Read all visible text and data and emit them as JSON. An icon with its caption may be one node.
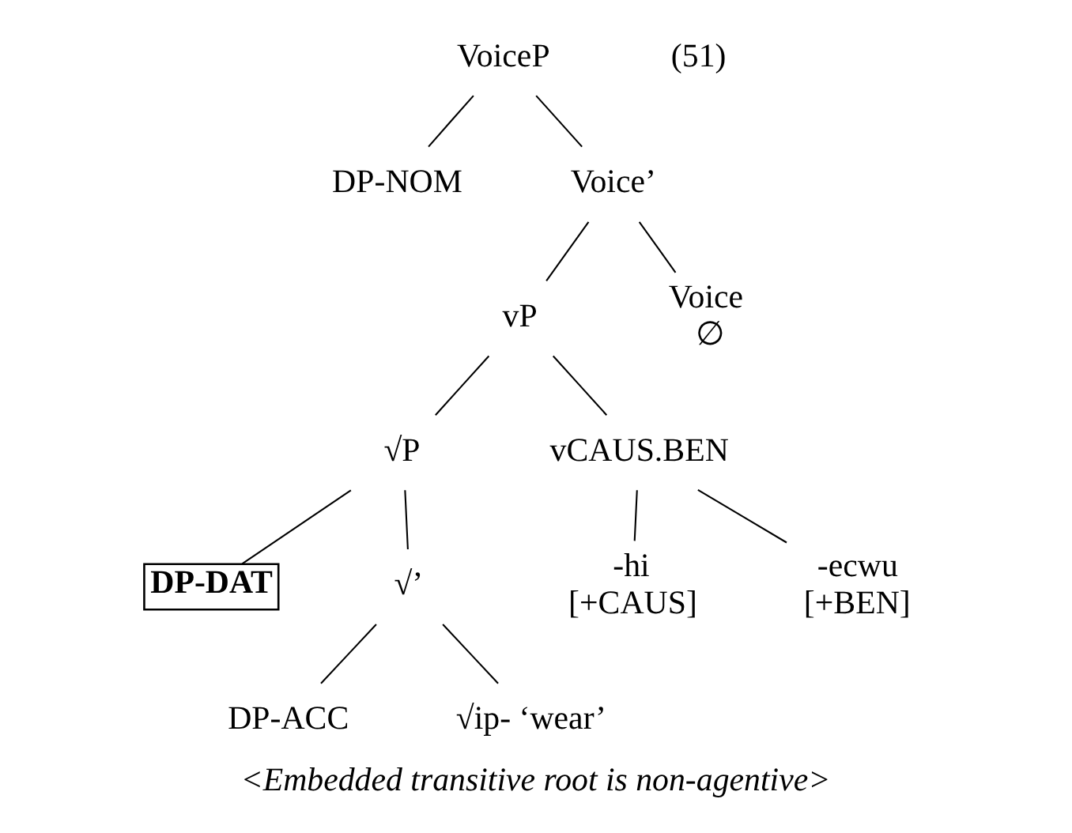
{
  "diagram": {
    "caption": "<Embedded transitive root is non-agentive>",
    "nodes": [
      {
        "text": [
          "VoiceP"
        ]
      },
      {
        "text": [
          "DP-NOM"
        ]
      },
      {
        "text": [
          "Voice’"
        ]
      },
      {
        "text": [
          "vP"
        ]
      },
      {
        "text": [
          "Voice",
          "∅"
        ]
      },
      {
        "text": [
          "√P"
        ]
      },
      {
        "text": [
          "vCAUS.BEN"
        ]
      },
      {
        "text": [
          "DP-DAT"
        ]
      },
      {
        "text": [
          "√’"
        ]
      },
      {
        "text": [
          "-hi",
          "[+CAUS]"
        ]
      },
      {
        "text": [
          "-ecwu",
          "[+BEN]"
        ]
      },
      {
        "text": [
          "DP-ACC"
        ]
      },
      {
        "text": [
          "√ip- ‘wear’"
        ]
      }
    ],
    "edges": [
      {
        "from": 0,
        "to": 1,
        "arrow": "none"
      },
      {
        "from": 0,
        "to": 2,
        "arrow": "none"
      },
      {
        "from": 2,
        "to": 3,
        "arrow": "none"
      },
      {
        "from": 2,
        "to": 4,
        "arrow": "none"
      },
      {
        "from": 3,
        "to": 5,
        "arrow": "none"
      },
      {
        "from": 3,
        "to": 6,
        "arrow": "none"
      },
      {
        "from": 5,
        "to": 7,
        "arrow": "none"
      },
      {
        "from": 5,
        "to": 8,
        "arrow": "none"
      },
      {
        "from": 6,
        "to": 9,
        "arrow": "none"
      },
      {
        "from": 6,
        "to": 10,
        "arrow": "none"
      },
      {
        "from": 8,
        "to": 11,
        "arrow": "none"
      },
      {
        "from": 8,
        "to": 12,
        "arrow": "none"
      }
    ],
    "labels": [
      "(51)"
    ]
  }
}
